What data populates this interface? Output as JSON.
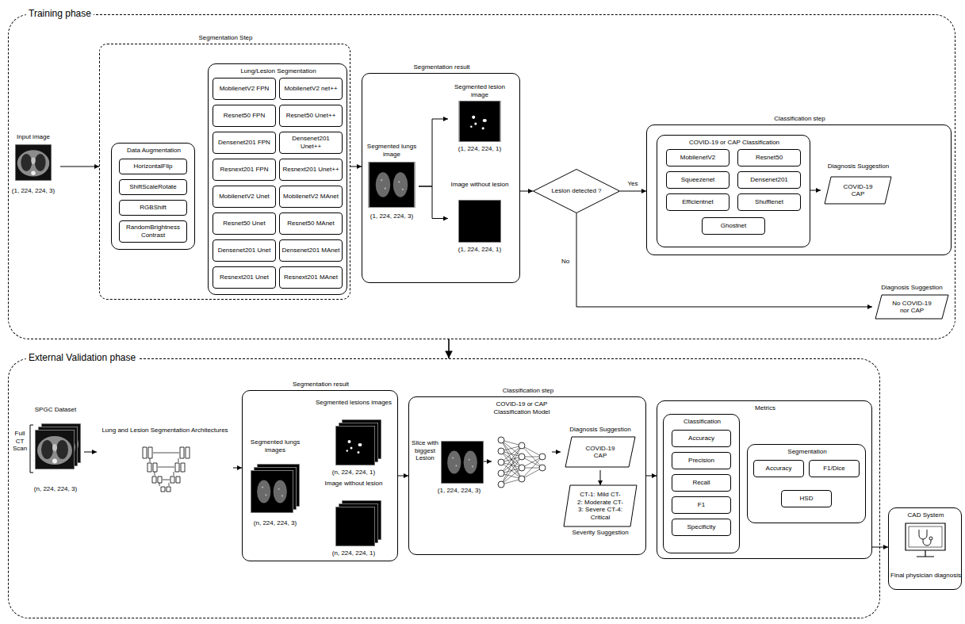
{
  "diagram": {
    "nodes": [
      {
        "text": [
          "Training phase"
        ]
      },
      {
        "text": [
          "Input image",
          "(1, 224, 224, 3)"
        ],
        "in": 0
      },
      {
        "text": [
          "Segmentation Step"
        ],
        "in": 0
      },
      {
        "text": [
          "Data Augmentation"
        ],
        "in": 2
      },
      {
        "text": [
          "HorizontalFlip"
        ],
        "in": 3
      },
      {
        "text": [
          "ShiftScaleRotate"
        ],
        "in": 3
      },
      {
        "text": [
          "RGBShift"
        ],
        "in": 3
      },
      {
        "text": [
          "RandomBrightness Contrast"
        ],
        "in": 3
      },
      {
        "text": [
          "Lung/Lesion Segmentation"
        ],
        "in": 2
      },
      {
        "text": [
          "MobilenetV2 FPN"
        ],
        "in": 8
      },
      {
        "text": [
          "MobilenetV2 net++"
        ],
        "in": 8
      },
      {
        "text": [
          "Resnet50 FPN"
        ],
        "in": 8
      },
      {
        "text": [
          "Resnet50 Unet++"
        ],
        "in": 8
      },
      {
        "text": [
          "Densenet201 FPN"
        ],
        "in": 8
      },
      {
        "text": [
          "Densenet201 Unet++"
        ],
        "in": 8
      },
      {
        "text": [
          "Resnext201 FPN"
        ],
        "in": 8
      },
      {
        "text": [
          "Resnext201 Unet++"
        ],
        "in": 8
      },
      {
        "text": [
          "MobilenetV2 Unet"
        ],
        "in": 8
      },
      {
        "text": [
          "MobilenetV2 MAnet"
        ],
        "in": 8
      },
      {
        "text": [
          "Resnet50 Unet"
        ],
        "in": 8
      },
      {
        "text": [
          "Resnet50 MAnet"
        ],
        "in": 8
      },
      {
        "text": [
          "Densenet201 Unet"
        ],
        "in": 8
      },
      {
        "text": [
          "Densenet201 MAnet"
        ],
        "in": 8
      },
      {
        "text": [
          "Resnext201 Unet"
        ],
        "in": 8
      },
      {
        "text": [
          "Resnext201 MAnet"
        ],
        "in": 8
      },
      {
        "text": [
          "Segmentation result"
        ],
        "in": 0
      },
      {
        "text": [
          "Segmented lungs image",
          "(1, 224, 224, 3)"
        ],
        "in": 25
      },
      {
        "text": [
          "Segmented lesion image",
          "(1, 224, 224, 1)"
        ],
        "in": 25
      },
      {
        "text": [
          "Image without lesion",
          "(1, 224, 224, 1)"
        ],
        "in": 25
      },
      {
        "text": [
          "Lesion detected ?"
        ],
        "in": 0
      },
      {
        "text": [
          "Classification step"
        ],
        "in": 0
      },
      {
        "text": [
          "COVID-19 or CAP Classification"
        ],
        "in": 30
      },
      {
        "text": [
          "MobilenetV2"
        ],
        "in": 31
      },
      {
        "text": [
          "Resnet50"
        ],
        "in": 31
      },
      {
        "text": [
          "Squeezenet"
        ],
        "in": 31
      },
      {
        "text": [
          "Densenet201"
        ],
        "in": 31
      },
      {
        "text": [
          "Efficientnet"
        ],
        "in": 31
      },
      {
        "text": [
          "Shufflenet"
        ],
        "in": 31
      },
      {
        "text": [
          "Ghostnet"
        ],
        "in": 31
      },
      {
        "text": [
          "Diagnosis Suggestion",
          "COVID-19 CAP"
        ],
        "in": 30
      },
      {
        "text": [
          "Diagnosis Suggestion",
          "No COVID-19 nor CAP"
        ],
        "in": 0
      },
      {
        "text": [
          "External Validation phase"
        ]
      },
      {
        "text": [
          "SPGC Dataset",
          "Full CT Scan",
          "(n, 224, 224, 3)"
        ],
        "in": 41
      },
      {
        "text": [
          "Lung and Lesion Segmentation Architectures"
        ],
        "in": 41
      },
      {
        "text": [
          "Segmentation result"
        ],
        "in": 41
      },
      {
        "text": [
          "Segmented lungs images",
          "(n, 224, 224, 3)"
        ],
        "in": 44
      },
      {
        "text": [
          "Segmented lesions images",
          "(n, 224, 224, 1)"
        ],
        "in": 44
      },
      {
        "text": [
          "Image without lesion",
          "(n, 224, 224, 1)"
        ],
        "in": 44
      },
      {
        "text": [
          "Classification step"
        ],
        "in": 41
      },
      {
        "text": [
          "Slice with biggest Lesion",
          "(1, 224, 224, 3)"
        ],
        "in": 48
      },
      {
        "text": [
          "COVID-19 or CAP Classification Model"
        ],
        "in": 48
      },
      {
        "text": [
          "Diagnosis Suggestion",
          "COVID-19 CAP"
        ],
        "in": 48
      },
      {
        "text": [
          "CT-1: Mild CT-2: Moderate CT-3: Severe CT-4: Critical",
          "Severity Suggestion"
        ],
        "in": 48
      },
      {
        "text": [
          "Metrics"
        ],
        "in": 41
      },
      {
        "text": [
          "Classification"
        ],
        "in": 53
      },
      {
        "text": [
          "Accuracy"
        ],
        "in": 54
      },
      {
        "text": [
          "Precision"
        ],
        "in": 54
      },
      {
        "text": [
          "Recall"
        ],
        "in": 54
      },
      {
        "text": [
          "F1"
        ],
        "in": 54
      },
      {
        "text": [
          "Specificity"
        ],
        "in": 54
      },
      {
        "text": [
          "Segmentation"
        ],
        "in": 53
      },
      {
        "text": [
          "Accuracy"
        ],
        "in": 60
      },
      {
        "text": [
          "F1/Dice"
        ],
        "in": 60
      },
      {
        "text": [
          "HSD"
        ],
        "in": 60
      },
      {
        "text": [
          "CAD System",
          "Final physician diagnosis"
        ]
      }
    ],
    "edges": [
      {
        "from": 1,
        "to": 2,
        "arrow": "to"
      },
      {
        "from": 2,
        "to": 25,
        "arrow": "to"
      },
      {
        "from": 26,
        "to": 27,
        "arrow": "to"
      },
      {
        "from": 26,
        "to": 28,
        "arrow": "to"
      },
      {
        "from": 25,
        "to": 29,
        "arrow": "to"
      },
      {
        "from": 29,
        "to": 30,
        "label": "Yes",
        "arrow": "to"
      },
      {
        "from": 31,
        "to": 39,
        "arrow": "to"
      },
      {
        "from": 29,
        "to": 40,
        "label": "No",
        "arrow": "to"
      },
      {
        "from": 0,
        "to": 41,
        "arrow": "to"
      },
      {
        "from": 42,
        "to": 43,
        "arrow": "to"
      },
      {
        "from": 43,
        "to": 44,
        "arrow": "to"
      },
      {
        "from": 44,
        "to": 48,
        "arrow": "to"
      },
      {
        "from": 49,
        "to": 50,
        "arrow": "to"
      },
      {
        "from": 50,
        "to": 51,
        "arrow": "to"
      },
      {
        "from": 51,
        "to": 52,
        "arrow": "to"
      },
      {
        "from": 48,
        "to": 53,
        "arrow": "to"
      },
      {
        "from": 53,
        "to": 64,
        "arrow": "to"
      }
    ]
  }
}
